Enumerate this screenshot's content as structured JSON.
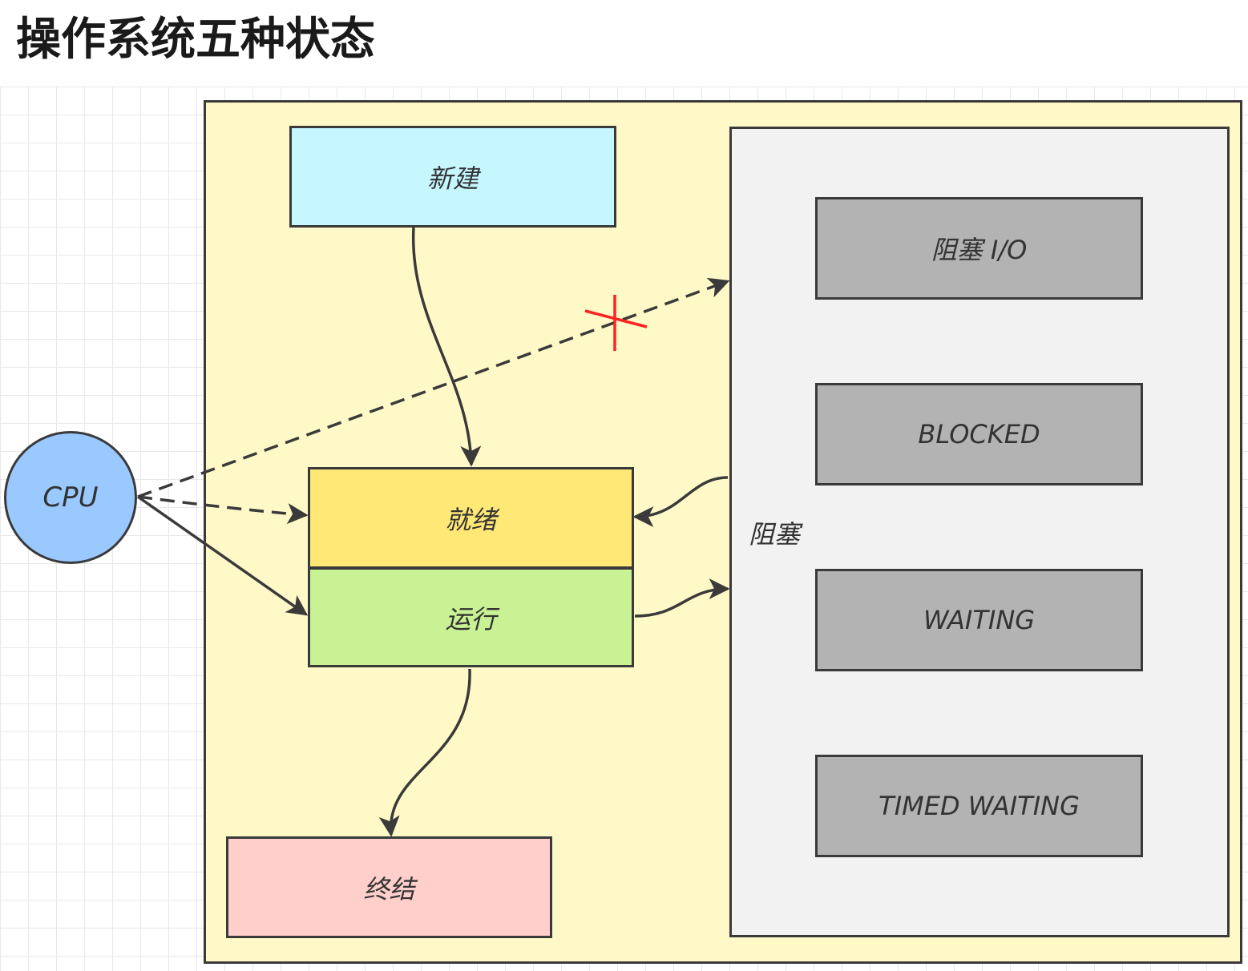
{
  "title": "操作系统五种状态",
  "cpu": {
    "label": "CPU"
  },
  "states": {
    "new": {
      "label": "新建",
      "color": "#c6f7ff"
    },
    "ready": {
      "label": "就绪",
      "color": "#ffe875"
    },
    "running": {
      "label": "运行",
      "color": "#c9f295"
    },
    "terminated": {
      "label": "终结",
      "color": "#ffcfcb"
    }
  },
  "blocked": {
    "label": "阻塞",
    "substates": [
      {
        "label": "阻塞 I/O"
      },
      {
        "label": "BLOCKED"
      },
      {
        "label": "WAITING"
      },
      {
        "label": "TIMED WAITING"
      }
    ],
    "substate_color": "#b3b3b3"
  },
  "colors": {
    "outer_background": "#fff9c8",
    "blocked_background": "#f2f2f2",
    "stroke": "#3a3a3a",
    "forbidden_mark": "#ff2222"
  }
}
